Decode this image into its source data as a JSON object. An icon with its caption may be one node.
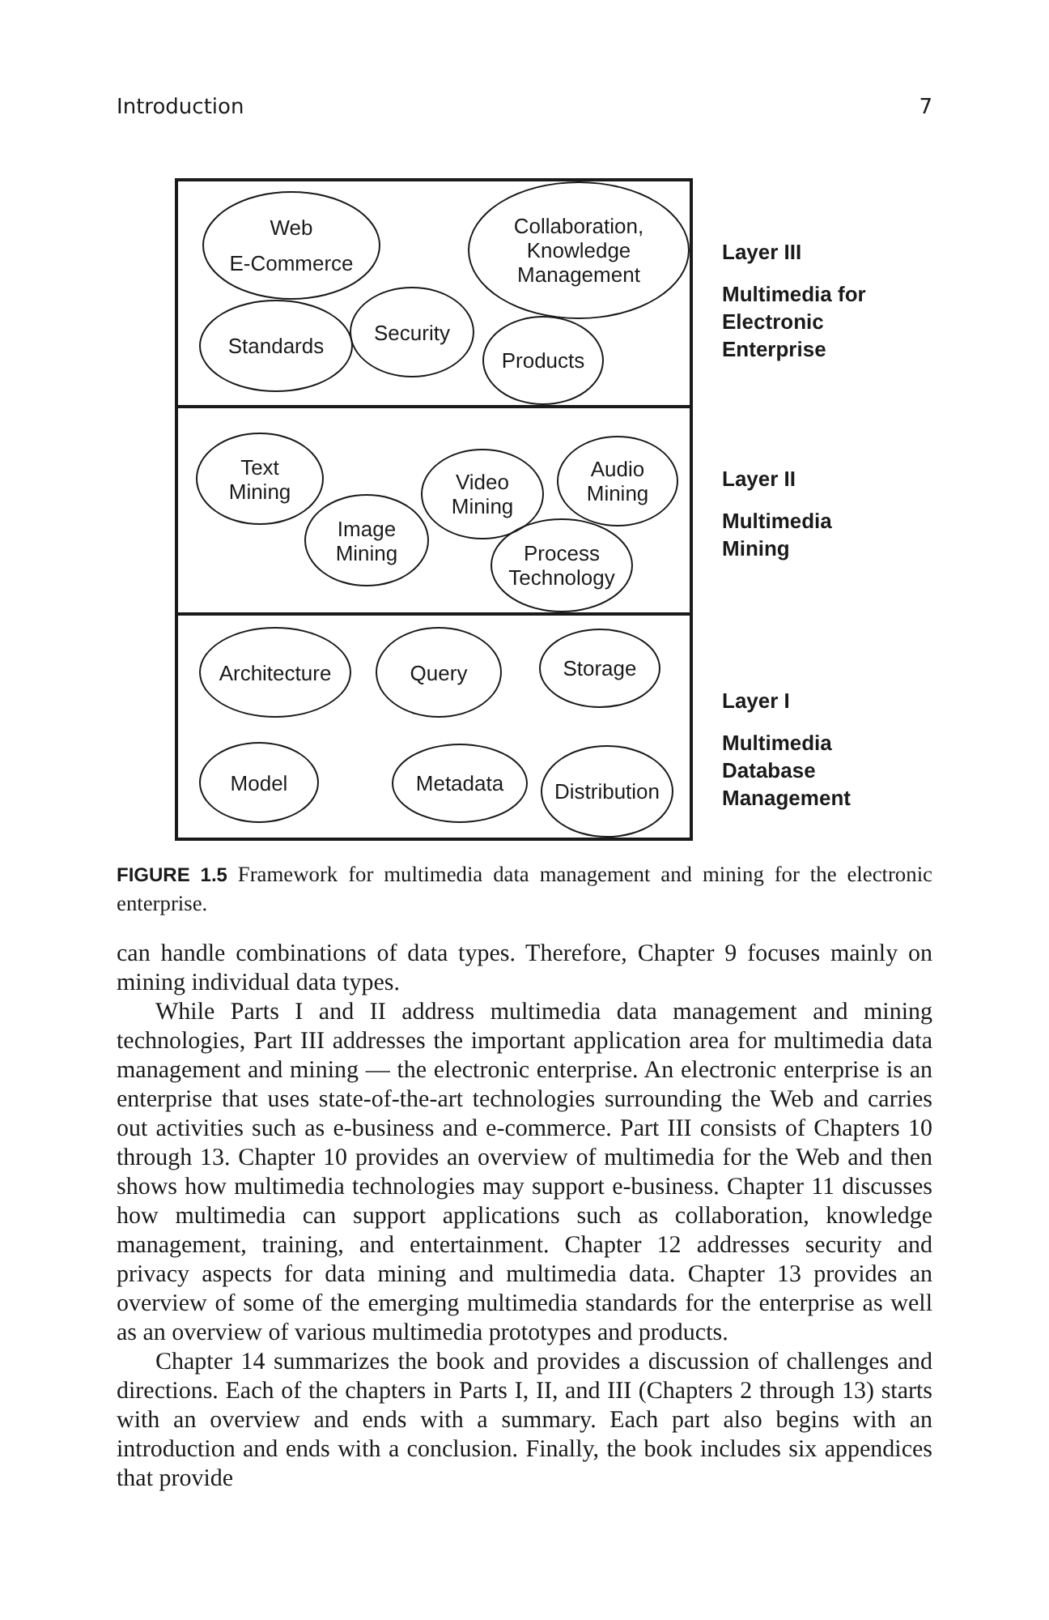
{
  "diagram": {
    "caption": "**FIGURE 1.5** Framework for multimedia data management and mining for the electronic enterprise.",
    "nodes": [
      {
        "text": [
          "Layer III",
          "Multimedia for Electronic Enterprise"
        ]
      },
      {
        "text": [
          "Web",
          "E-Commerce"
        ],
        "in": 0
      },
      {
        "text": [
          "Collaboration, Knowledge Management"
        ],
        "in": 0
      },
      {
        "text": [
          "Standards"
        ],
        "in": 0
      },
      {
        "text": [
          "Security"
        ],
        "in": 0
      },
      {
        "text": [
          "Products"
        ],
        "in": 0
      },
      {
        "text": [
          "Layer II",
          "Multimedia Mining"
        ]
      },
      {
        "text": [
          "Text Mining"
        ],
        "in": 6
      },
      {
        "text": [
          "Video Mining"
        ],
        "in": 6
      },
      {
        "text": [
          "Audio Mining"
        ],
        "in": 6
      },
      {
        "text": [
          "Image Mining"
        ],
        "in": 6
      },
      {
        "text": [
          "Process Technology"
        ],
        "in": 6
      },
      {
        "text": [
          "Layer I",
          "Multimedia Database Management"
        ]
      },
      {
        "text": [
          "Architecture"
        ],
        "in": 12
      },
      {
        "text": [
          "Query"
        ],
        "in": 12
      },
      {
        "text": [
          "Storage"
        ],
        "in": 12
      },
      {
        "text": [
          "Model"
        ],
        "in": 12
      },
      {
        "text": [
          "Metadata"
        ],
        "in": 12
      },
      {
        "text": [
          "Distribution"
        ],
        "in": 12
      }
    ],
    "labels": [
      "Introduction",
      "7",
      "can handle combinations of data types. Therefore, Chapter 9 focuses mainly on mining individual data types.",
      "While Parts I and II address multimedia data management and mining technologies, Part III addresses the important application area for multimedia data management and mining — the electronic enterprise. An electronic enterprise is an enterprise that uses state-of-the-art technologies surrounding the Web and carries out activities such as e-business and e-commerce. Part III consists of Chapters 10 through 13. Chapter 10 provides an overview of multimedia for the Web and then shows how multimedia technologies may support e-business. Chapter 11 discusses how multimedia can support applications such as collaboration, knowledge management, training, and entertainment. Chapter 12 addresses security and privacy aspects for data mining and multimedia data. Chapter 13 provides an overview of some of the emerging multimedia standards for the enterprise as well as an overview of various multimedia prototypes and products.",
      "Chapter 14 summarizes the book and provides a discussion of challenges and directions. Each of the chapters in Parts I, II, and III (Chapters 2 through 13) starts with an overview and ends with a summary. Each part also begins with an introduction and ends with a conclusion. Finally, the book includes six appendices that provide"
    ]
  }
}
